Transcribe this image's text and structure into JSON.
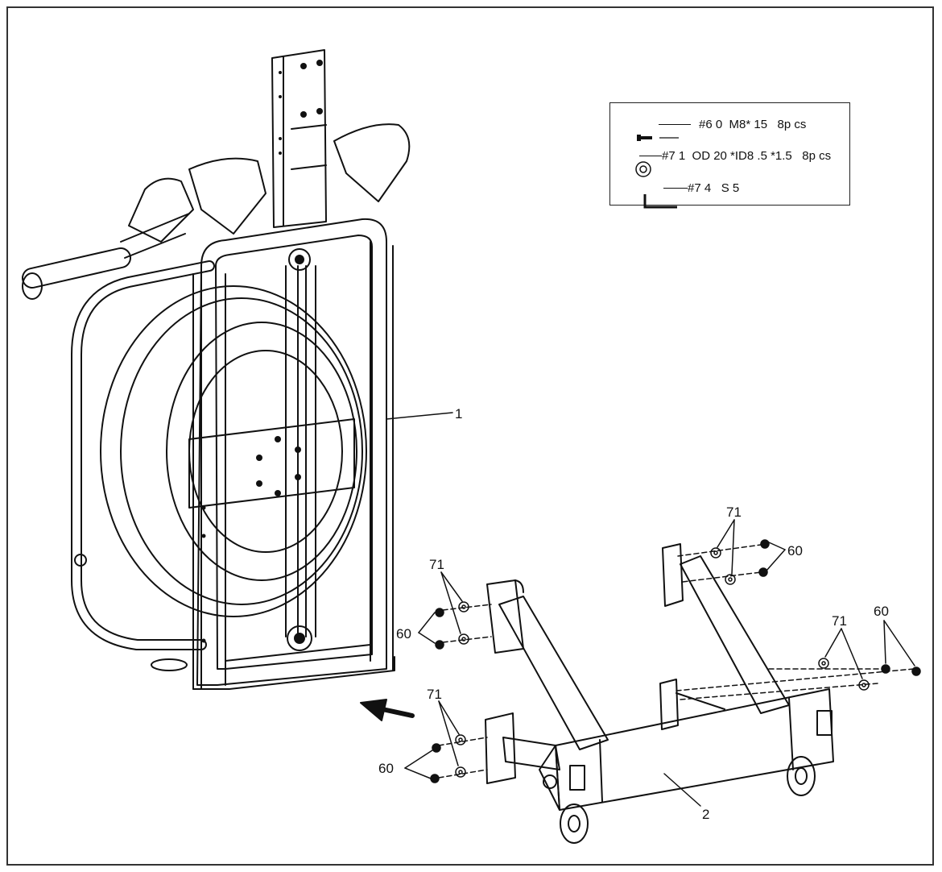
{
  "legend": {
    "items": [
      {
        "icon": "bolt-icon",
        "text": "#6 0  M8* 15   8p cs"
      },
      {
        "icon": "washer-icon",
        "text": "#7 1  OD 20 *ID8 .5 *1.5   8p cs"
      },
      {
        "icon": "allen-wrench-icon",
        "text": "#7 4   S 5"
      }
    ]
  },
  "callouts": {
    "part1": "1",
    "part2": "2",
    "washer_a": "71",
    "bolt_a": "60",
    "washer_b": "71",
    "bolt_b": "60",
    "washer_c": "71",
    "bolt_c": "60",
    "washer_d": "71",
    "bolt_d": "60"
  },
  "colors": {
    "line": "#111111",
    "frame": "#333333"
  }
}
